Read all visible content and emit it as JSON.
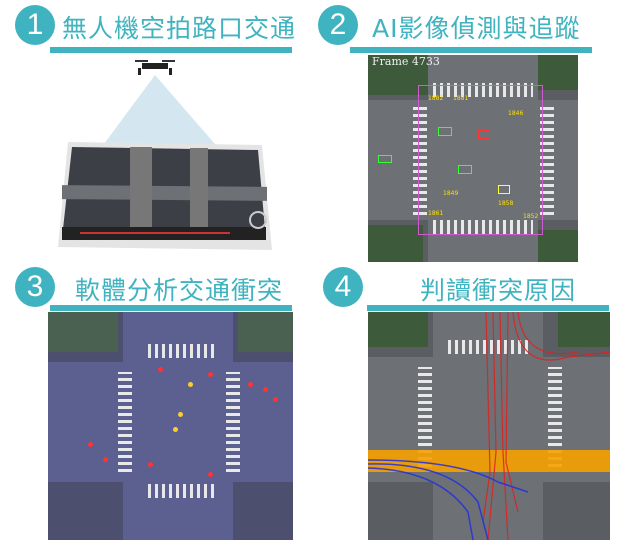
{
  "panels": [
    {
      "number": "1",
      "title": "無人機空拍路口交通"
    },
    {
      "number": "2",
      "title": "AI影像偵測與追蹤",
      "overlay": "Frame 4733"
    },
    {
      "number": "3",
      "title": "軟體分析交通衝突"
    },
    {
      "number": "4",
      "title": "判讀衝突原因"
    }
  ],
  "colors": {
    "accent": "#3fb3c0"
  }
}
